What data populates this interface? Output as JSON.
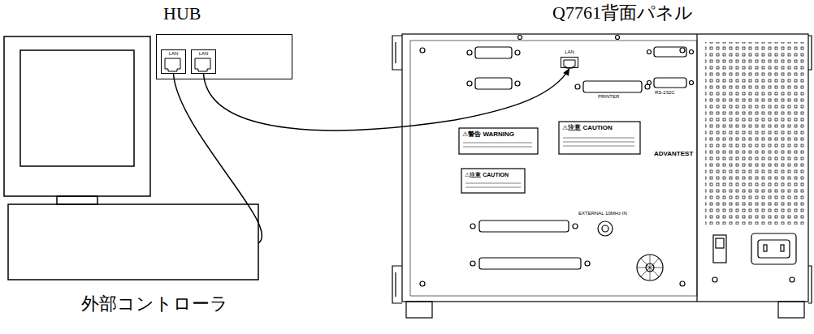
{
  "diagram": {
    "nodes": [
      {
        "text": [
          "外部コントローラ"
        ]
      },
      {
        "text": [
          "HUB"
        ]
      },
      {
        "text": [
          "Q7761背面パネル"
        ]
      },
      {
        "text": [
          "LAN"
        ],
        "in": 1
      },
      {
        "text": [
          "LAN"
        ],
        "in": 1
      },
      {
        "text": [
          "LAN"
        ],
        "in": 2
      }
    ],
    "edges": [
      {
        "from": 0,
        "to": 3,
        "arrow": "none"
      },
      {
        "from": 4,
        "to": 5,
        "arrow": "to"
      }
    ],
    "labels": [
      "⚠警告 WARNING",
      "⚠注意 CAUTION",
      "⚠注意 CAUTION",
      "ADVANTEST",
      "PRINTER",
      "RS-232C",
      "EXTERNAL 10MHz IN"
    ]
  }
}
